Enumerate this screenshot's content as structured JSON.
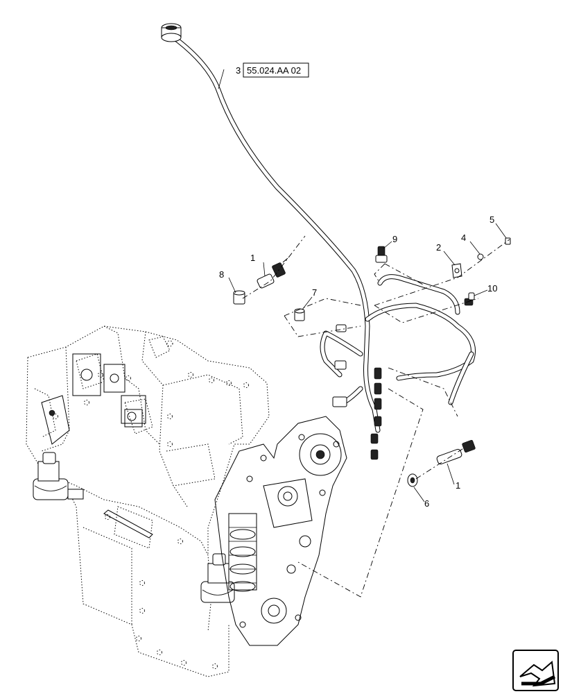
{
  "callouts": {
    "c1_top": "1",
    "c1_bottom": "1",
    "c2": "2",
    "c3": "3",
    "c4": "4",
    "c5": "5",
    "c6": "6",
    "c7": "7",
    "c8": "8",
    "c9": "9",
    "c10": "10"
  },
  "reference": {
    "label": "55.024.AA 02"
  },
  "icons": {
    "nav_icon": "return-arrow-icon"
  }
}
